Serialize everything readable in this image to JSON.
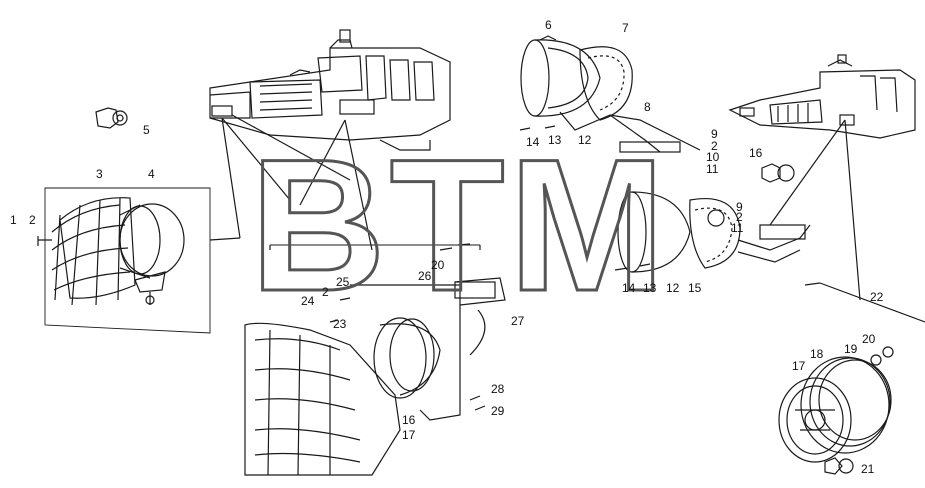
{
  "diagram": {
    "watermark": "BTM",
    "callouts": [
      "1",
      "2",
      "3",
      "4",
      "5",
      "6",
      "7",
      "8",
      "9",
      "2",
      "10",
      "11",
      "12",
      "13",
      "14",
      "16",
      "9",
      "2",
      "11",
      "12",
      "13",
      "14",
      "15",
      "20",
      "26",
      "25",
      "2",
      "24",
      "23",
      "27",
      "22",
      "20",
      "19",
      "18",
      "17",
      "16",
      "17",
      "28",
      "29",
      "21"
    ]
  },
  "colors": {
    "line": "#1a1a1a",
    "watermark_stroke": "#555555",
    "background": "#ffffff"
  }
}
